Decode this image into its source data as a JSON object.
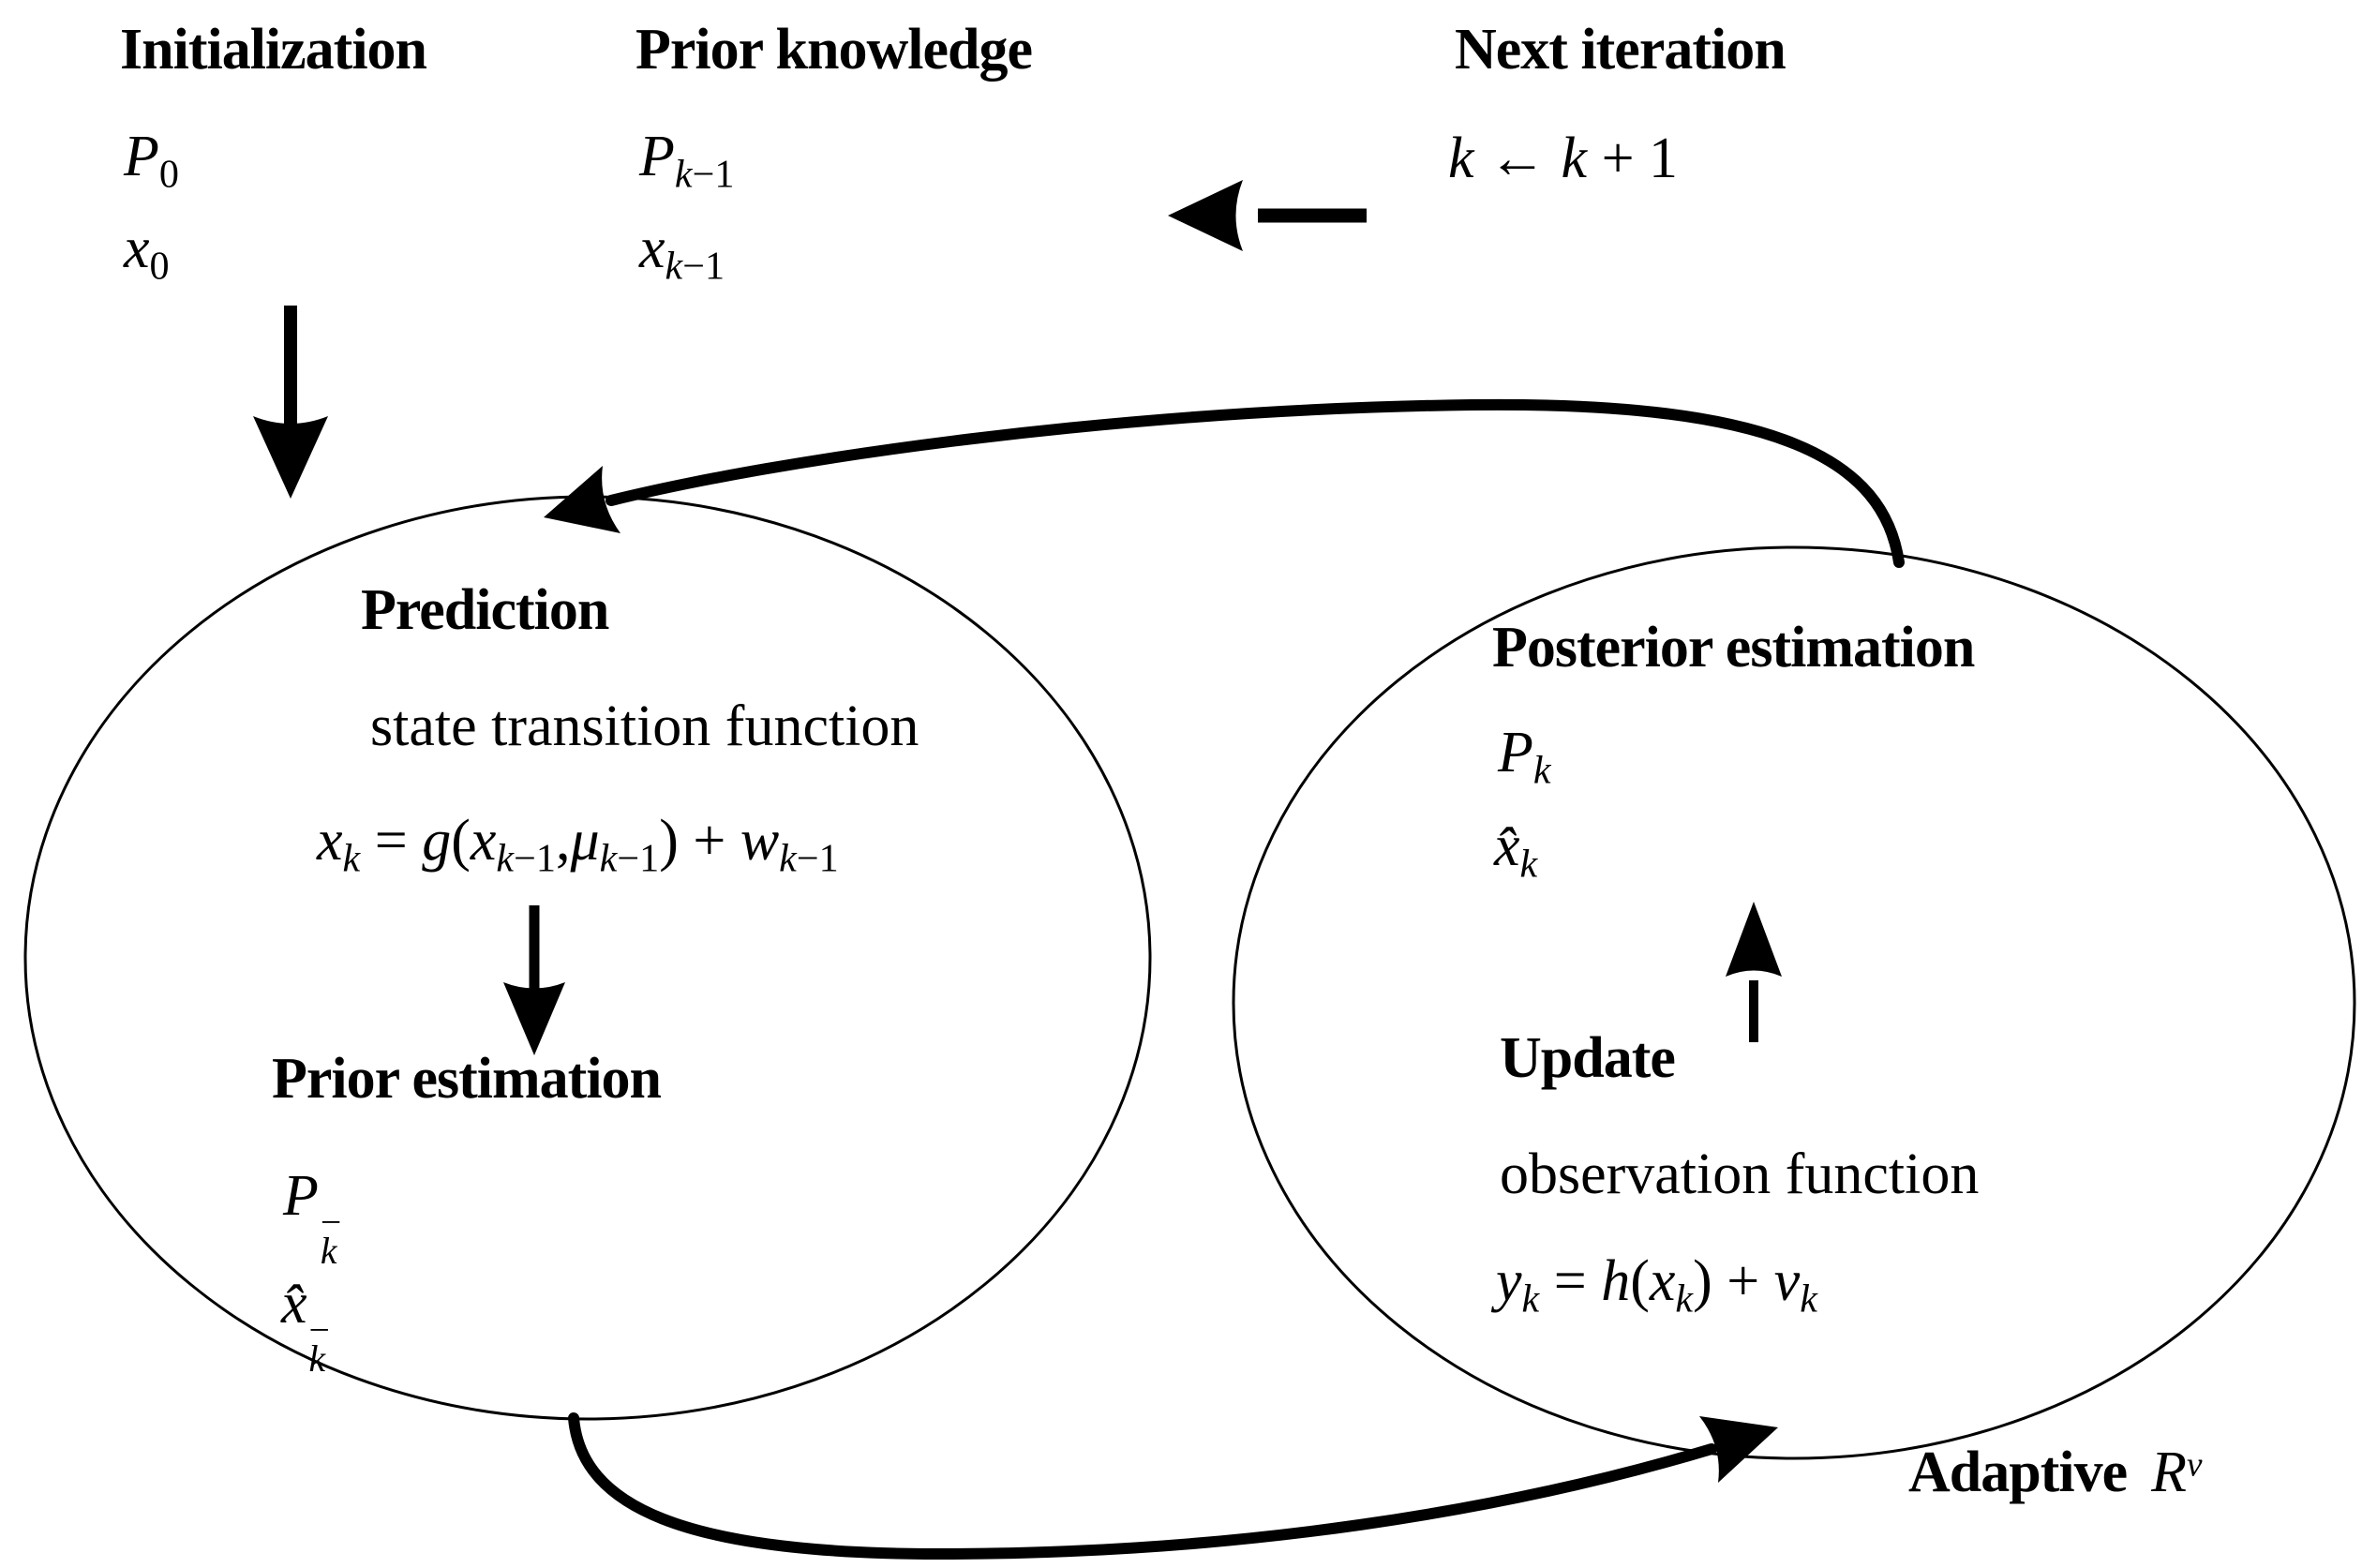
{
  "colors": {
    "ink": "#000000",
    "background": "#ffffff"
  },
  "arrows": [
    "init-down-arrow",
    "next-iteration-left-arrow",
    "prediction-internal-down-arrow",
    "update-up-arrow",
    "posterior-to-prediction-return-arrow",
    "prior-to-update-feed-arrow"
  ],
  "top": {
    "initialization": {
      "heading": "Initialization",
      "p_base": "P",
      "p_sub": "0",
      "x_base": "x",
      "x_sub": "0"
    },
    "prior_knowledge": {
      "heading": "Prior knowledge",
      "p_base": "P",
      "x_base": "x",
      "sub_k": "k",
      "sub_m1": "−1"
    },
    "next_iteration": {
      "heading": "Next iteration",
      "k": "k",
      "assign": " ← ",
      "plus": " + ",
      "one": "1"
    }
  },
  "left_ellipse": {
    "title": "Prediction",
    "subtitle": "state transition function",
    "formula": {
      "x": "x",
      "eq": " = ",
      "g": "g",
      "lparen": "(",
      "comma": ",",
      "mu": "μ",
      "rparen": ")",
      "plus": " + ",
      "w": "w",
      "sub_k": "k",
      "sub_m1": "−1"
    },
    "prior": {
      "heading": "Prior estimation",
      "p_base": "P",
      "x_base": "x̂",
      "sup_minus": "−",
      "sub_k": "k"
    }
  },
  "right_ellipse": {
    "posterior": {
      "heading": "Posterior estimation",
      "p_base": "P",
      "x_base": "x̂",
      "sub_k": "k"
    },
    "update": {
      "heading": "Update",
      "subtitle": "observation function",
      "formula": {
        "y": "y",
        "eq": " = ",
        "h": "h",
        "lparen": "(",
        "x": "x",
        "rparen": ")",
        "plus": " + ",
        "v": "v",
        "sub_k": "k"
      }
    }
  },
  "caption": {
    "label": "Adaptive",
    "symbol": "R",
    "sup": "v"
  }
}
